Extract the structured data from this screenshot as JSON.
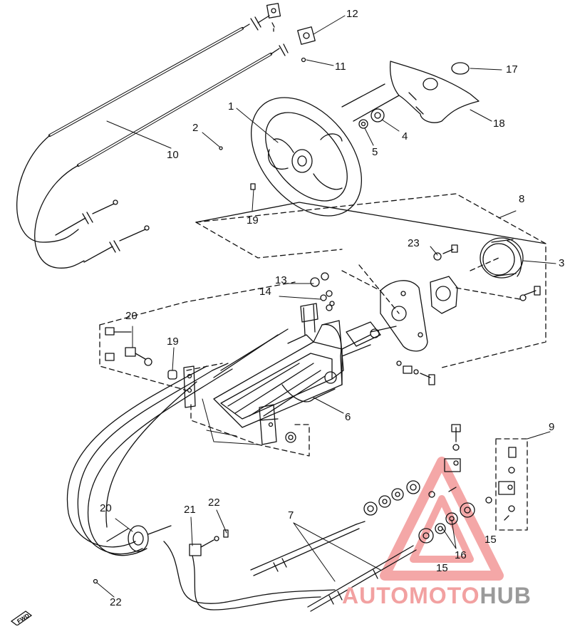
{
  "callouts": [
    "1",
    "2",
    "3",
    "4",
    "5",
    "6",
    "7",
    "8",
    "9",
    "10",
    "11",
    "12",
    "13",
    "14",
    "15",
    "15",
    "16",
    "17",
    "18",
    "19",
    "19",
    "20",
    "20",
    "21",
    "22",
    "22",
    "23"
  ],
  "watermark": {
    "part1": "AUTOMOTO",
    "part2": "HUB",
    "color_red": "#f2a1a1",
    "color_gray": "#9a9a9a"
  },
  "fwd_label": "FWD"
}
